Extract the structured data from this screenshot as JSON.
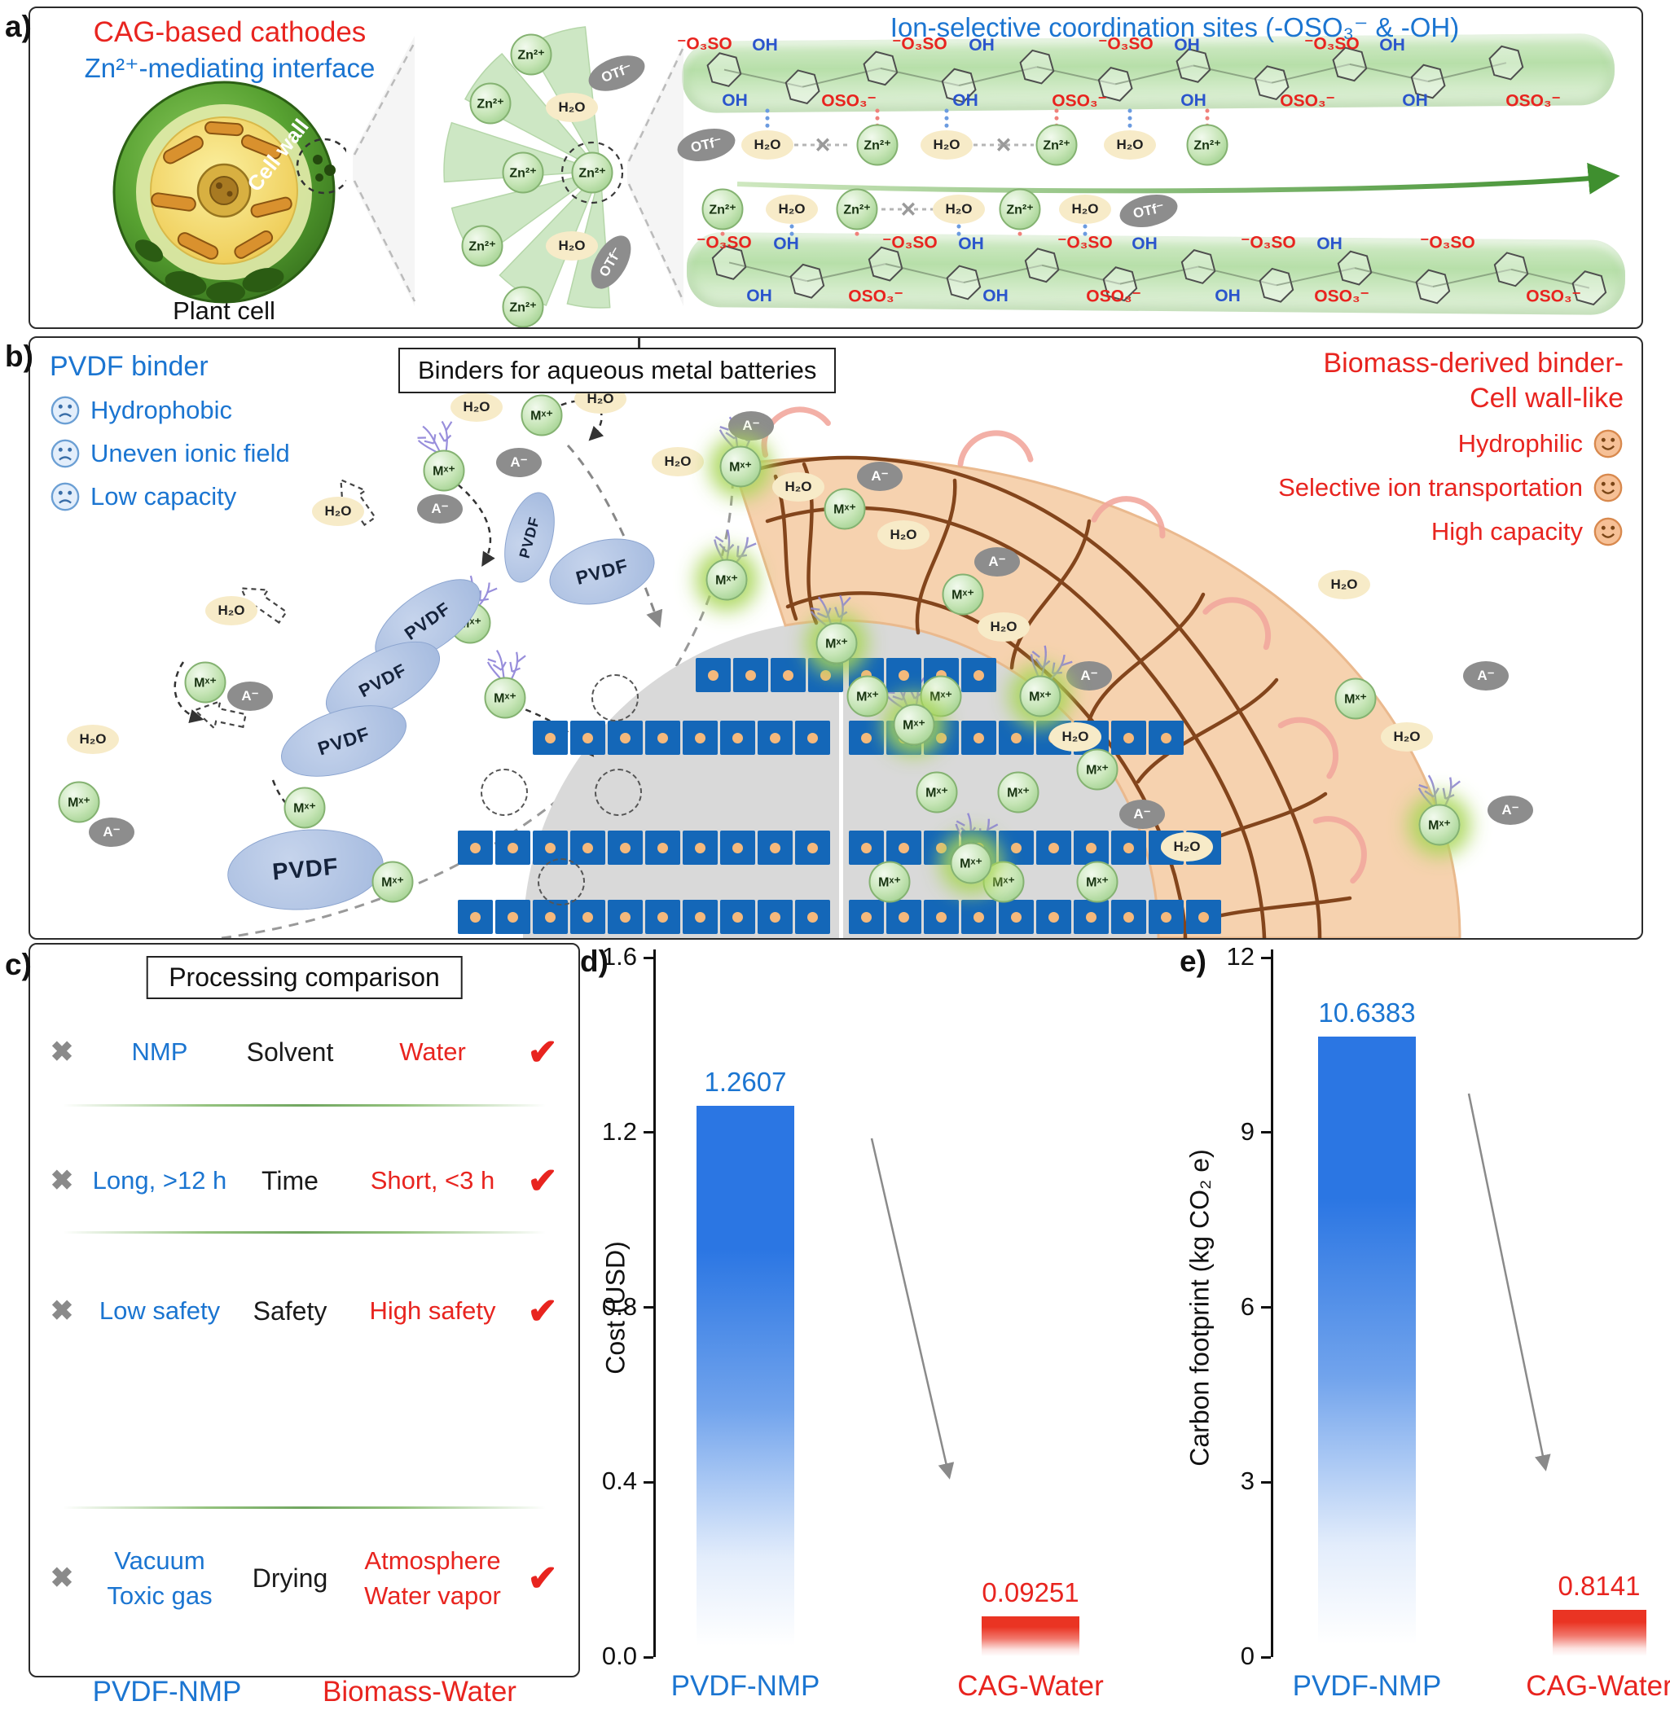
{
  "panel_a": {
    "label": "a)",
    "title_red": "CAG-based cathodes",
    "title_blue": "Zn²⁺-mediating interface",
    "cell_wall": "Cell wall",
    "plant_cell": "Plant cell",
    "right_title": "Ion-selective coordination sites (-OSO₃⁻ & -OH)"
  },
  "labels": {
    "zn": "Zn²⁺",
    "h2o": "H₂O",
    "otf": "OTf⁻",
    "mx": "Mˣ⁺",
    "anion": "A⁻",
    "oh": "OH",
    "oso3": "OSO₃⁻",
    "oso3_pre": "⁻O₃SO",
    "pvdf": "PVDF",
    "cross": "×"
  },
  "panel_b": {
    "label": "b)",
    "title": "Binders for aqueous metal batteries",
    "left": {
      "title": "PVDF binder",
      "items": [
        {
          "mood": "sad",
          "text": "Hydrophobic"
        },
        {
          "mood": "sad",
          "text": "Uneven ionic field"
        },
        {
          "mood": "sad",
          "text": "Low capacity"
        }
      ]
    },
    "right": {
      "title_line1": "Biomass-derived binder-",
      "title_line2": "Cell wall-like",
      "items": [
        {
          "mood": "happy",
          "text": "Hydrophilic"
        },
        {
          "mood": "happy",
          "text": "Selective ion transportation"
        },
        {
          "mood": "happy",
          "text": "High capacity"
        }
      ]
    }
  },
  "panel_c": {
    "label": "c)",
    "title": "Processing comparison",
    "rows": [
      {
        "bad": "NMP",
        "aspect": "Solvent",
        "good": "Water"
      },
      {
        "bad": "Long, >12 h",
        "aspect": "Time",
        "good": "Short, <3 h"
      },
      {
        "bad": "Low safety",
        "aspect": "Safety",
        "good": "High safety"
      },
      {
        "bad": "Vacuum\nToxic gas",
        "aspect": "Drying",
        "good": "Atmosphere\nWater vapor"
      }
    ],
    "cross_icon": "✖",
    "check_icon": "✔",
    "footer_left": "PVDF-NMP",
    "footer_right": "Biomass-Water"
  },
  "colors": {
    "accent_blue": "#1b75d1",
    "accent_red": "#e8241f"
  },
  "chart_data": [
    {
      "id": "d",
      "panel_label": "d)",
      "type": "bar",
      "title": "",
      "ylabel": "Cost (USD)",
      "categories": [
        "PVDF-NMP",
        "CAG-Water"
      ],
      "values": [
        1.2607,
        0.09251
      ],
      "value_labels": [
        "1.2607",
        "0.09251"
      ],
      "ylim": [
        0,
        1.6
      ],
      "yticks": [
        0,
        0.4,
        0.8,
        1.2,
        1.6
      ],
      "ytick_labels": [
        "0.0",
        "0.4",
        "0.8",
        "1.2",
        "1.6"
      ],
      "series_colors": [
        "#2b76e3",
        "#ea3423"
      ],
      "category_colors": [
        "#1b75d1",
        "#e8241f"
      ],
      "grid": false,
      "legend": false
    },
    {
      "id": "e",
      "panel_label": "e)",
      "type": "bar",
      "title": "",
      "ylabel": "Carbon footprint (kg CO₂ e)",
      "categories": [
        "PVDF-NMP",
        "CAG-Water"
      ],
      "values": [
        10.6383,
        0.8141
      ],
      "value_labels": [
        "10.6383",
        "0.8141"
      ],
      "ylim": [
        0,
        12
      ],
      "yticks": [
        0,
        3,
        6,
        9,
        12
      ],
      "ytick_labels": [
        "0",
        "3",
        "6",
        "9",
        "12"
      ],
      "series_colors": [
        "#2b76e3",
        "#ea3423"
      ],
      "category_colors": [
        "#1b75d1",
        "#e8241f"
      ],
      "grid": false,
      "legend": false
    }
  ]
}
